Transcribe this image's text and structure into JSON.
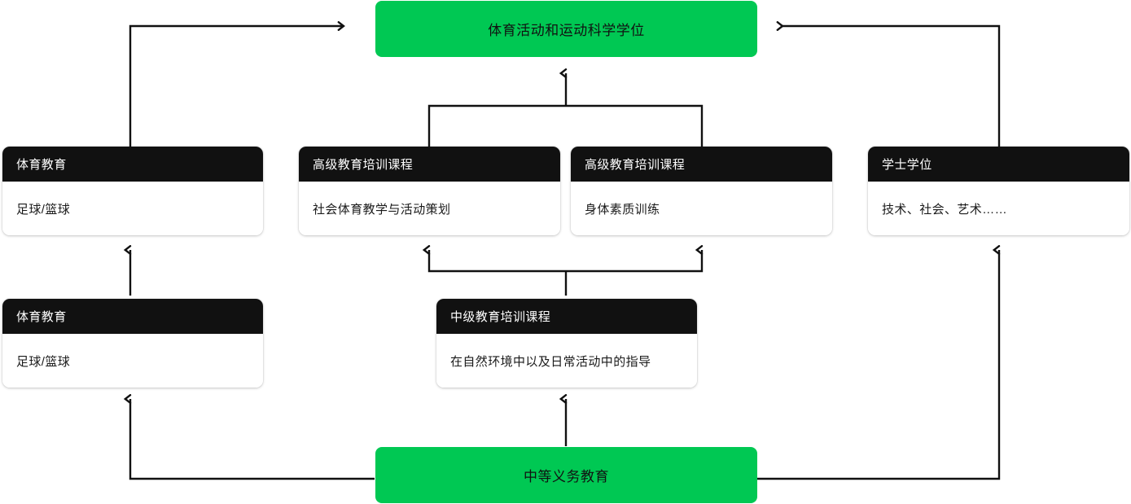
{
  "diagram": {
    "title_node": {
      "label": "体育活动和运动科学学位",
      "color": "#00c853"
    },
    "base_node": {
      "label": "中等义务教育",
      "color": "#00c853"
    },
    "cards": [
      {
        "id": "pe-upper",
        "header": "体育教育",
        "body": "足球/篮球"
      },
      {
        "id": "advanced-social",
        "header": "高级教育培训课程",
        "body": "社会体育教学与活动策划"
      },
      {
        "id": "advanced-physical",
        "header": "高级教育培训课程",
        "body": "身体素质训练"
      },
      {
        "id": "bachelor",
        "header": "学士学位",
        "body": "技术、社会、艺术……"
      },
      {
        "id": "pe-lower",
        "header": "体育教育",
        "body": "足球/篮球"
      },
      {
        "id": "intermediate",
        "header": "中级教育培训课程",
        "body": "在自然环境中以及日常活动中的指导"
      }
    ],
    "edge_color": "#111111",
    "card_header_color": "#111111",
    "card_body_color": "#ffffff"
  }
}
